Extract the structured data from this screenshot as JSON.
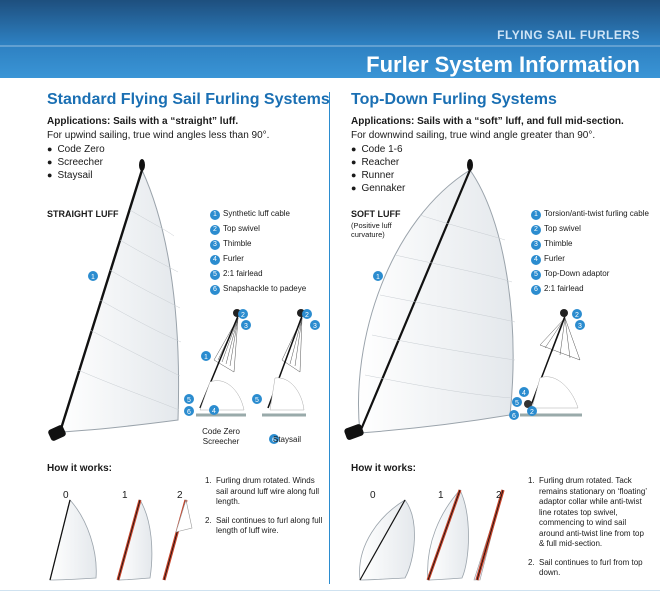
{
  "header": {
    "kicker": "FLYING SAIL FURLERS",
    "title": "Furler System Information"
  },
  "left": {
    "heading": "Standard Flying Sail Furling Systems",
    "applications": "Applications: Sails with a “straight” luff.",
    "description": "For upwind sailing, true wind angles less than 90°.",
    "bullets": [
      "Code Zero",
      "Screecher",
      "Staysail"
    ],
    "luff_label": "STRAIGHT LUFF",
    "legend": [
      "Synthetic luff cable",
      "Top swivel",
      "Thimble",
      "Furler",
      "2:1 fairlead",
      "Snapshackle to padeye"
    ],
    "captions": {
      "code_zero": "Code Zero",
      "screecher": "Screecher",
      "staysail": "Staysail"
    },
    "how_it_works": "How it works:",
    "stage_labels": [
      "0",
      "1",
      "2"
    ],
    "steps": [
      "Furling drum rotated. Winds sail around luff wire along full length.",
      "Sail continues to furl along full length of luff wire."
    ]
  },
  "right": {
    "heading": "Top-Down Furling Systems",
    "applications": "Applications: Sails with a “soft” luff, and full mid-section.",
    "description": "For downwind sailing, true wind angle greater than 90°.",
    "bullets": [
      "Code 1-6",
      "Reacher",
      "Runner",
      "Gennaker"
    ],
    "luff_label": "SOFT LUFF",
    "luff_sublabel_1": "(Positive luff",
    "luff_sublabel_2": "curvature)",
    "legend": [
      "Torsion/anti-twist furling cable",
      "Top swivel",
      "Thimble",
      "Furler",
      "Top-Down adaptor",
      "2:1 fairlead"
    ],
    "how_it_works": "How it works:",
    "stage_labels": [
      "0",
      "1",
      "2"
    ],
    "steps": [
      "Furling drum rotated. Tack remains stationary on ‘floating’ adaptor collar while anti-twist line rotates top swivel, commencing to wind sail around anti-twist line from top & full mid-section.",
      "Sail continues to furl from top down."
    ]
  },
  "colors": {
    "accent": "#2b8ccf",
    "heading": "#1a6fb3",
    "furl_red": "#c8442b"
  }
}
